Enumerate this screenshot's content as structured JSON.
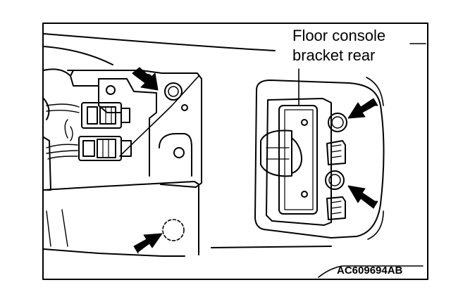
{
  "figure": {
    "callout_line1": "Floor console",
    "callout_line2": "bracket rear",
    "figure_code": "AC609694AB"
  },
  "icons": [
    "arrow-icon",
    "bolt-icon",
    "connector-icon",
    "dashed-circle-marker"
  ]
}
